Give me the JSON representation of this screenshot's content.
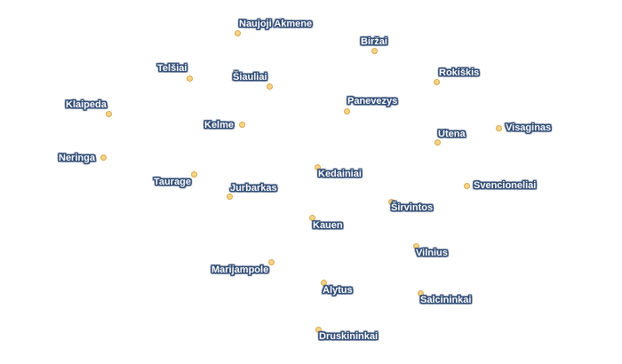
{
  "map": {
    "marker_fill": "#f6d58a",
    "marker_stroke": "#d9a84a",
    "label_outline": "#2f4a73",
    "label_color": "#ffffff",
    "cities": [
      "Naujoji Akmene",
      "Biržai",
      "Telšiai",
      "Šiauliai",
      "Rokiškis",
      "Klaipeda",
      "Panevezys",
      "Kelme",
      "Utena",
      "Visaginas",
      "Neringa",
      "Kedainiai",
      "Taurage",
      "Jurbarkas",
      "Svencioneliai",
      "Širvintos",
      "Kauen",
      "Vilnius",
      "Marijampole",
      "Alytus",
      "Salcininkai",
      "Druskininkai"
    ]
  }
}
